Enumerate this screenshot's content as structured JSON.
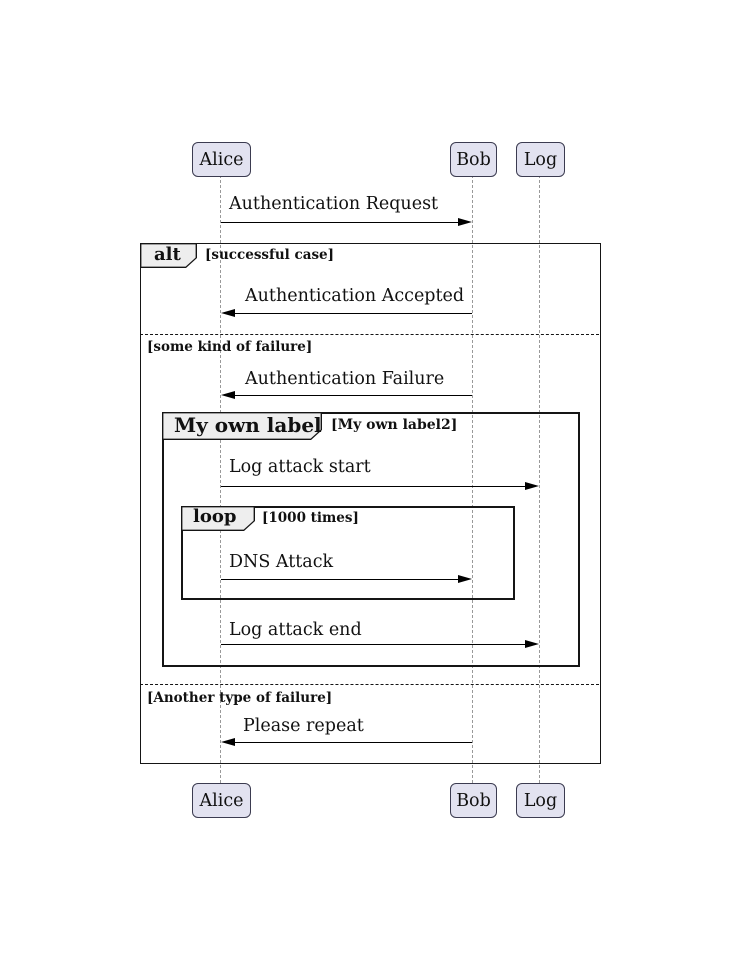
{
  "participants": [
    {
      "name": "Alice"
    },
    {
      "name": "Bob"
    },
    {
      "name": "Log"
    }
  ],
  "messages": [
    {
      "label": "Authentication Request",
      "from": "Alice",
      "to": "Bob"
    },
    {
      "label": "Authentication Accepted",
      "from": "Bob",
      "to": "Alice"
    },
    {
      "label": "Authentication Failure",
      "from": "Bob",
      "to": "Alice"
    },
    {
      "label": "Log attack start",
      "from": "Alice",
      "to": "Log"
    },
    {
      "label": "DNS Attack",
      "from": "Alice",
      "to": "Bob"
    },
    {
      "label": "Log attack end",
      "from": "Alice",
      "to": "Log"
    },
    {
      "label": "Please repeat",
      "from": "Bob",
      "to": "Alice"
    }
  ],
  "frames": {
    "alt": {
      "keyword": "alt",
      "condition": "[successful case]"
    },
    "divider1": {
      "label": "[some kind of failure]"
    },
    "custom": {
      "keyword": "My own label",
      "condition": "[My own label2]"
    },
    "loop": {
      "keyword": "loop",
      "condition": "[1000 times]"
    },
    "divider2": {
      "label": "[Another type of failure]"
    }
  },
  "colors": {
    "background": "#FFFFFF",
    "participant_fill": "#E2E2F0",
    "participant_border": "#3B3B50",
    "pentagon_fill": "#EEEEEE",
    "frame_border": "#151515",
    "lifeline": "#999999",
    "arrow": "#000000",
    "text_color": "#111111"
  }
}
